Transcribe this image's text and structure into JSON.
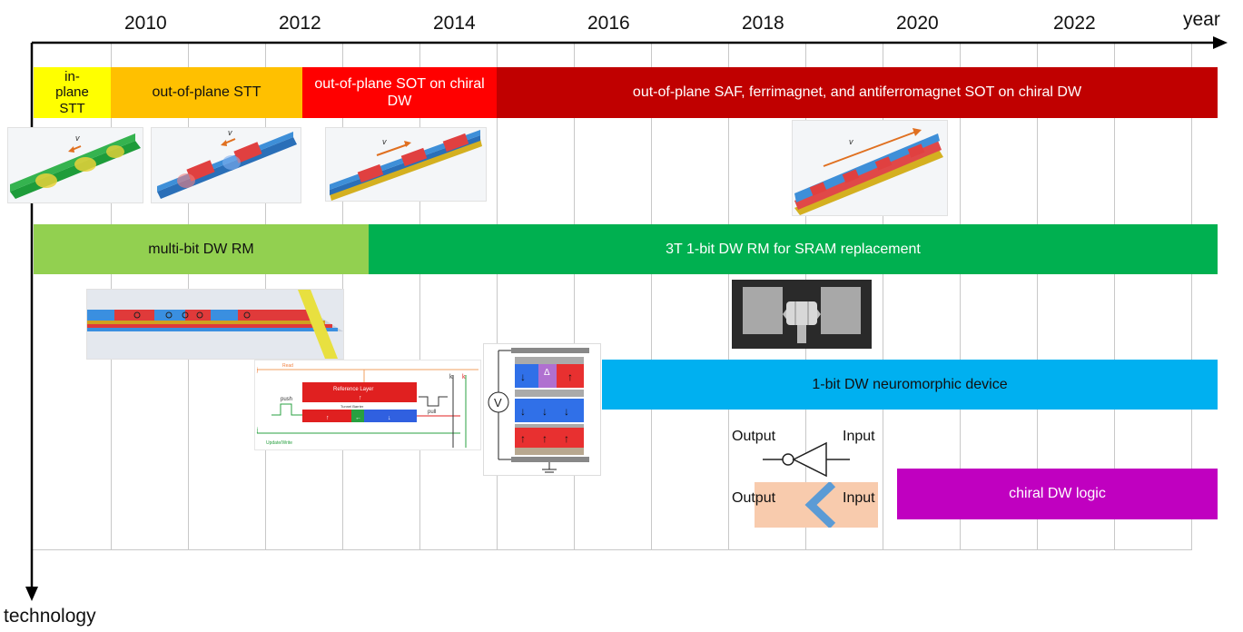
{
  "axes": {
    "x_label": "year",
    "y_label": "technology",
    "years": [
      "2010",
      "2012",
      "2014",
      "2016",
      "2018",
      "2020",
      "2022"
    ]
  },
  "rows": {
    "mechanism": {
      "in_plane_stt": "in-plane STT",
      "oop_stt": "out-of-plane STT",
      "oop_sot": "out-of-plane SOT on chiral DW",
      "saf_sot": "out-of-plane SAF, ferrimagnet, and antiferromagnet SOT on chiral DW"
    },
    "memory": {
      "multi_bit": "multi-bit DW RM",
      "three_t": "3T 1-bit DW RM for SRAM replacement"
    },
    "neuromorphic": {
      "label": "1-bit DW neuromorphic device"
    },
    "logic": {
      "label": "chiral DW logic"
    }
  },
  "inset_labels": {
    "velocity": "v",
    "read": "Read",
    "reference_layer": "Reference Layer",
    "tunnel_barrier": "Tunnel Barrier",
    "push": "push",
    "pull": "pull",
    "update_write": "Update/Write",
    "j": "j",
    "k": "k",
    "delta": "Δ",
    "voltmeter": "V",
    "inverter_output": "Output",
    "inverter_input": "Input",
    "logic_output": "Output",
    "logic_input": "Input"
  },
  "colors": {
    "yellow": "#ffff00",
    "orange": "#ffc000",
    "red": "#ff0000",
    "dark_red": "#c00000",
    "light_green": "#92d050",
    "green": "#00b050",
    "cyan": "#00b0f0",
    "magenta": "#c000c0",
    "peach": "#f8cbad"
  }
}
